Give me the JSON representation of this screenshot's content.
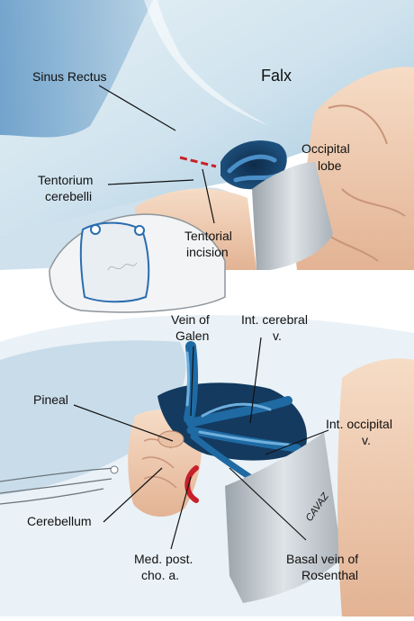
{
  "labels": {
    "falx": "Falx",
    "sinus_rectus": "Sinus Rectus",
    "occipital_lobe": [
      "Occipital",
      "lobe"
    ],
    "tentorium_cerebelli": [
      "Tentorium",
      "cerebelli"
    ],
    "tentorial_incision": [
      "Tentorial",
      "incision"
    ],
    "vein_of_galen": [
      "Vein of",
      "Galen"
    ],
    "int_cerebral_v": [
      "Int. cerebral",
      "v."
    ],
    "pineal": "Pineal",
    "int_occipital_v": [
      "Int. occipital",
      "v."
    ],
    "cerebellum": "Cerebellum",
    "med_post_cho_a": [
      "Med. post.",
      "cho. a."
    ],
    "basal_vein_of_rosenthal": [
      "Basal vein of",
      "Rosenthal"
    ],
    "signature": "CAVAZ"
  },
  "colors": {
    "membrane": "#cfe3ee",
    "membrane_dark": "#5f97c4",
    "vein": "#1f6aa3",
    "vein_light": "#6fb0dd",
    "brain": "#f0cdb3",
    "brain_shadow": "#d8a98a",
    "retractor": "#bfc6cc",
    "artery": "#c8202a",
    "skull_outline": "#2a6db0"
  }
}
